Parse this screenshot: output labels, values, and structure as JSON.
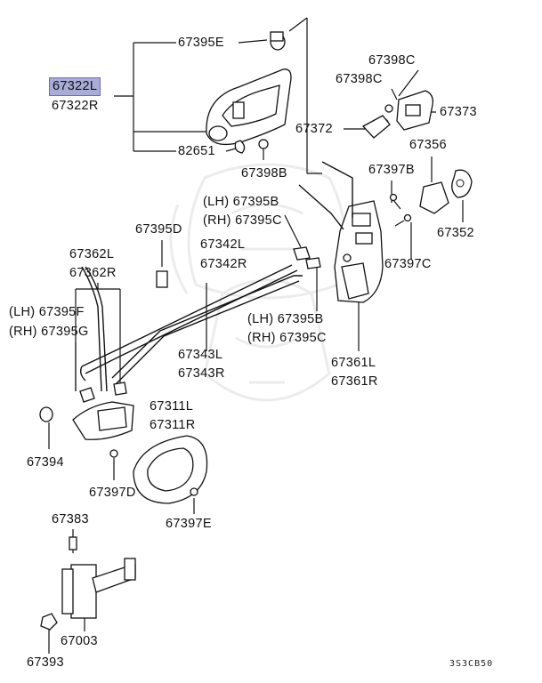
{
  "diagram": {
    "code": "3S3CB50",
    "labels": {
      "p67395E": "67395E",
      "p67322L": "67322L",
      "p67322R": "67322R",
      "p82651": "82651",
      "p67398B": "67398B",
      "p67398C_a": "67398C",
      "p67398C_b": "67398C",
      "p67373": "67373",
      "p67372": "67372",
      "p67356": "67356",
      "p67397B": "67397B",
      "p67352": "67352",
      "p67397C": "67397C",
      "lh67395B_top": "(LH) 67395B",
      "rh67395C_top": "(RH) 67395C",
      "p67395D": "67395D",
      "p67342L": "67342L",
      "p67342R": "67342R",
      "p67362L": "67362L",
      "p67362R": "67362R",
      "lh67395F": "(LH) 67395F",
      "rh67395G": "(RH) 67395G",
      "lh67395B_mid": "(LH) 67395B",
      "rh67395C_mid": "(RH) 67395C",
      "p67343L": "67343L",
      "p67343R": "67343R",
      "p67361L": "67361L",
      "p67361R": "67361R",
      "p67311L": "67311L",
      "p67311R": "67311R",
      "p67394": "67394",
      "p67397D": "67397D",
      "p67397E": "67397E",
      "p67383": "67383",
      "p67003": "67003",
      "p67393": "67393"
    }
  }
}
